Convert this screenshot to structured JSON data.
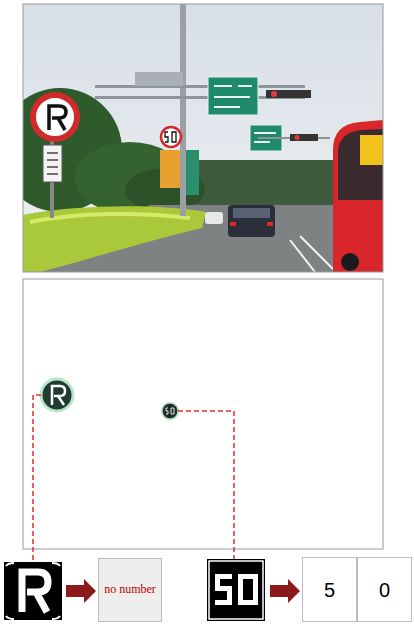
{
  "diagram": {
    "nodes": [
      {
        "text": [
          "no number"
        ]
      },
      {
        "text": [
          "5"
        ]
      },
      {
        "text": [
          "0"
        ]
      }
    ]
  }
}
